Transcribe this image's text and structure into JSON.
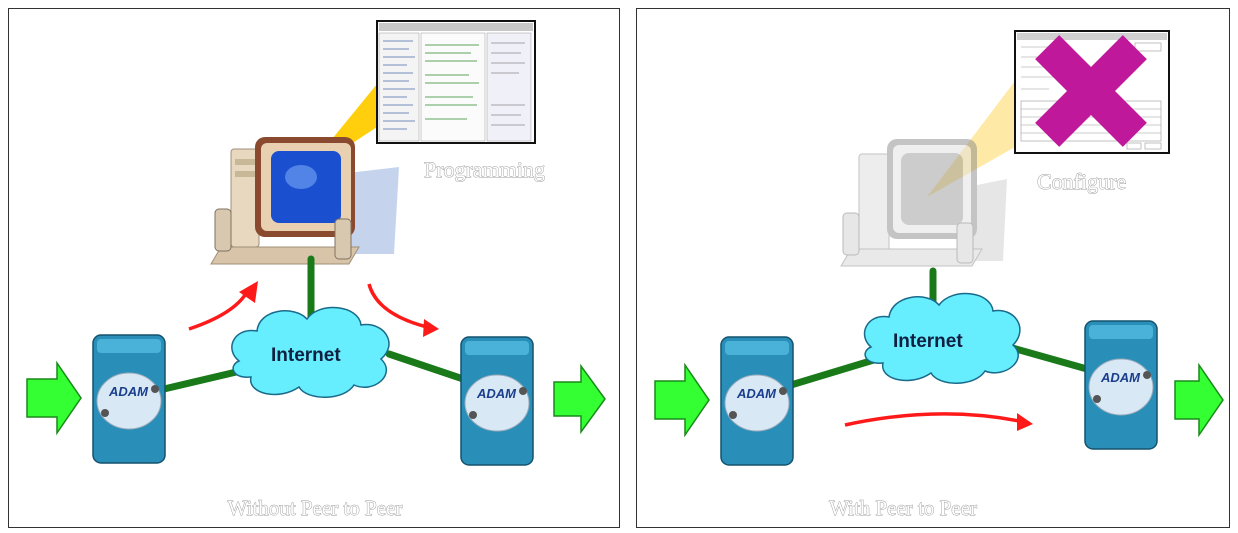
{
  "left": {
    "cloud_label": "Internet",
    "pc_label": "Programming",
    "caption": "Without Peer to Peer",
    "module_brand": "ADAM"
  },
  "right": {
    "cloud_label": "Internet",
    "pc_label": "Configure",
    "caption": "With Peer to Peer",
    "module_brand": "ADAM"
  },
  "colors": {
    "link": "#1a7a1a",
    "data_flow_arrow": "#ff1a1a",
    "io_arrow": "#33ff33",
    "cloud": "#66eeff",
    "module": "#2a8fb8",
    "callout": "#ffcc00",
    "cross": "#c0189a"
  }
}
